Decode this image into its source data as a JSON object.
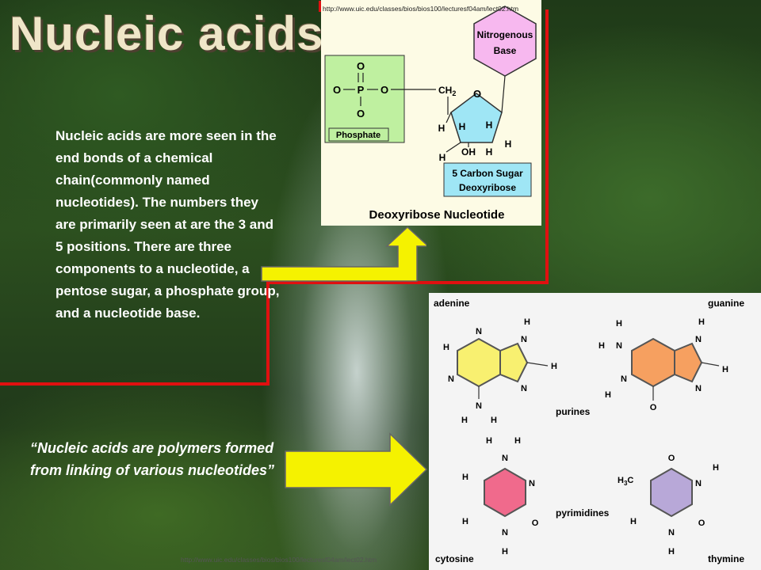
{
  "slide": {
    "title": "Nucleic acids",
    "body_text": "Nucleic acids are more seen in the end bonds of a chemical chain(commonly named nucleotides). The numbers they are primarily seen at are the 3 and 5 positions. There are three components to a nucleotide, a pentose sugar, a phosphate group, and a nucleotide base.",
    "quote_text": "“Nucleic acids are polymers formed from linking of various nucleotides”",
    "source_url_top": "http://www.uic.edu/classes/bios/bios100/lecturesf04am/lect02.htm",
    "source_url_bottom": "http://www.uic.edu/classes/bios/bios100/lecturesf04am/lect02.htm"
  },
  "nucleotide_diagram": {
    "nitrogenous_base_line1": "Nitrogenous",
    "nitrogenous_base_line2": "Base",
    "phosphate_label": "Phosphate",
    "sugar_line1": "5 Carbon Sugar",
    "sugar_line2": "Deoxyribose",
    "caption": "Deoxyribose Nucleotide",
    "atom_o": "O",
    "atom_p": "P",
    "atom_h": "H",
    "atom_oh": "OH",
    "atom_ch2": "CH",
    "ch2_subscript": "2"
  },
  "bases_diagram": {
    "adenine": "adenine",
    "guanine": "guanine",
    "purines": "purines",
    "pyrimidines": "pyrimidines",
    "cytosine": "cytosine",
    "thymine": "thymine",
    "atom_n": "N",
    "atom_h": "H",
    "atom_o": "O",
    "methyl": "H",
    "methyl_sub": "3",
    "methyl_c": "C"
  },
  "colors": {
    "red_line": "#e01010",
    "yellow_arrow": "#f5f200",
    "phosphate_box": "#bff0a0",
    "sugar_box": "#9fe6f5",
    "base_box": "#f7b8ef",
    "adenine_fill": "#f8f070",
    "guanine_fill": "#f6a060",
    "cytosine_fill": "#f06a8c",
    "thymine_fill": "#b8a8d8"
  }
}
